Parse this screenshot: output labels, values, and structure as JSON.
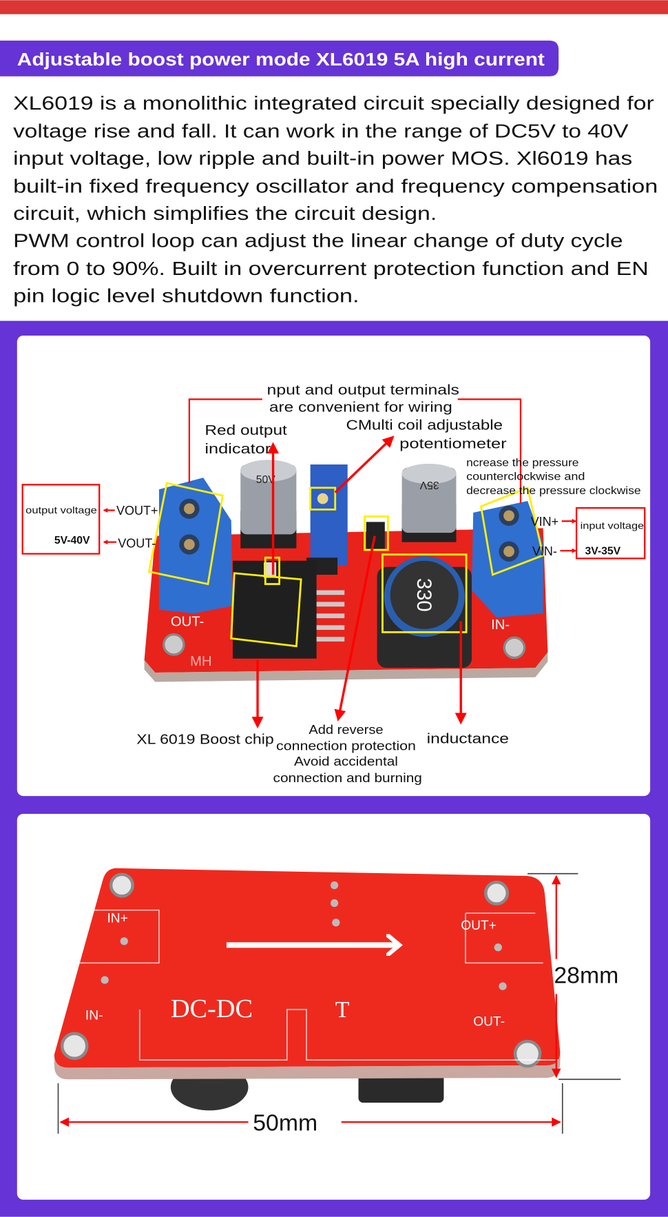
{
  "colors": {
    "top_bar": "#dc3535",
    "accent_purple": "#6633d6",
    "annotation_red": "#ff0000",
    "highlight_yellow": "#ffee00",
    "pcb_red": "#ee2a1f",
    "terminal_blue": "#2f6fd0"
  },
  "title": "Adjustable boost power mode XL6019 5A high current",
  "description": {
    "lines": [
      "XL6019 is a monolithic integrated circuit specially designed for",
      "voltage rise and fall. It can work in the range of DC5V to 40V",
      "input voltage, low ripple and built-in power MOS. Xl6019 has",
      "built-in fixed frequency oscillator and frequency compensation",
      "circuit, which simplifies the circuit design.",
      "PWM control loop can adjust the linear change of duty cycle",
      "from 0 to 90%. Built in overcurrent protection function and EN",
      "pin logic level shutdown function."
    ]
  },
  "diagram": {
    "terminals_note": [
      "nput and output terminals",
      "are convenient for wiring"
    ],
    "red_indicator": [
      "Red output",
      "indicator"
    ],
    "potentiometer": [
      "CMulti coil adjustable",
      "potentiometer"
    ],
    "pressure_note": [
      "ncrease the pressure",
      "counterclockwise and",
      "decrease the pressure clockwise"
    ],
    "output_box": {
      "label": "output voltage",
      "range": "5V-40V"
    },
    "input_box": {
      "label": "input voltage",
      "range": "3V-35V"
    },
    "vout_plus": "VOUT+",
    "vout_minus": "VOUT-",
    "vin_plus": "VIN+",
    "vin_minus": "VIN-",
    "chip_label": "XL 6019 Boost chip",
    "reverse_protection": [
      "Add reverse",
      "connection protection",
      "Avoid accidental",
      "connection and burning"
    ],
    "inductance": "inductance",
    "board_marks": {
      "out_minus": "OUT-",
      "in_minus": "IN-",
      "mh": "MH",
      "inductor_code": "330",
      "cap_left": "50V",
      "cap_right": "35V"
    }
  },
  "dimensions": {
    "height": "28mm",
    "width": "50mm",
    "board_marks": {
      "in_plus": "IN+",
      "in_minus": "IN-",
      "out_plus": "OUT+",
      "out_minus": "OUT-",
      "dcdc": "DC-DC",
      "t": "T"
    }
  }
}
